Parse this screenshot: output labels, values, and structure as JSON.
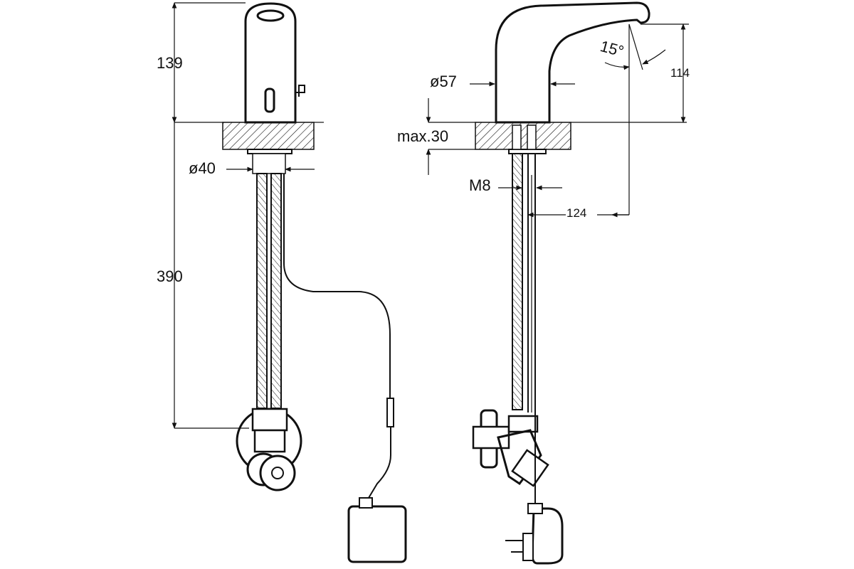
{
  "dimensions": {
    "front_height_top": "139",
    "front_height_bottom": "390",
    "front_diameter": "ø40",
    "side_diameter": "ø57",
    "side_max_thickness": "max.30",
    "side_thread": "M8",
    "side_reach": "124",
    "side_height": "114",
    "spout_angle": "15°"
  },
  "colors": {
    "line": "#111111",
    "background": "#ffffff"
  }
}
